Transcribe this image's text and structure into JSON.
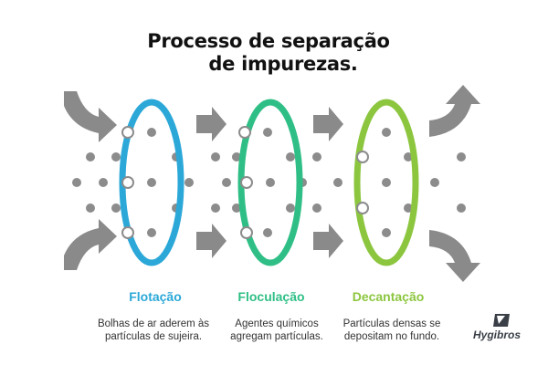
{
  "title": {
    "line1": "Processo de separação",
    "line2": "de impurezas."
  },
  "stages": [
    {
      "name": "Flotação",
      "desc_line1": "Bolhas de ar aderem às",
      "desc_line2": "partículas de sujeira.",
      "color": "#2BA8D8"
    },
    {
      "name": "Floculação",
      "desc_line1": "Agentes químicos",
      "desc_line2": "agregam partículas.",
      "color": "#2FBF86"
    },
    {
      "name": "Decantação",
      "desc_line1": "Partículas densas se",
      "desc_line2": "depositam no fundo.",
      "color": "#8CC63F"
    }
  ],
  "brand": {
    "name": "Hygibros"
  },
  "colors": {
    "arrow": "#8A8A8A",
    "particle": "#8C8C8C",
    "text": "#333333",
    "title": "#111111"
  },
  "icons": {
    "flow_arrow": "chevron-right-arrow",
    "curved_arrow": "curved-arrow",
    "logo": "hygibros-logo-icon"
  }
}
